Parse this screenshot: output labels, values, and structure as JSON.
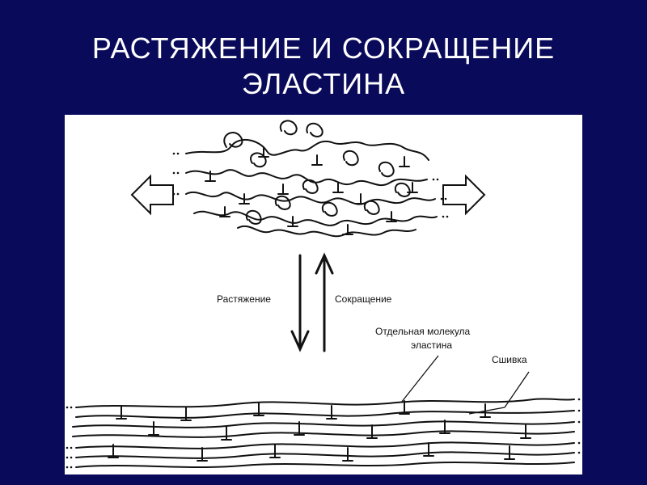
{
  "slide": {
    "title_line1": "РАСТЯЖЕНИЕ  И  СОКРАЩЕНИЕ",
    "title_line2": "ЭЛАСТИНА"
  },
  "diagram": {
    "stretch_label": "Растяжение",
    "contract_label": "Сокращение",
    "molecule_label_line1": "Отдельная молекула",
    "molecule_label_line2": "эластина",
    "crosslink_label": "Сшивка"
  },
  "colors": {
    "background": "#0a0a5a",
    "title_text": "#ffffff",
    "panel": "#ffffff",
    "ink": "#111111"
  }
}
